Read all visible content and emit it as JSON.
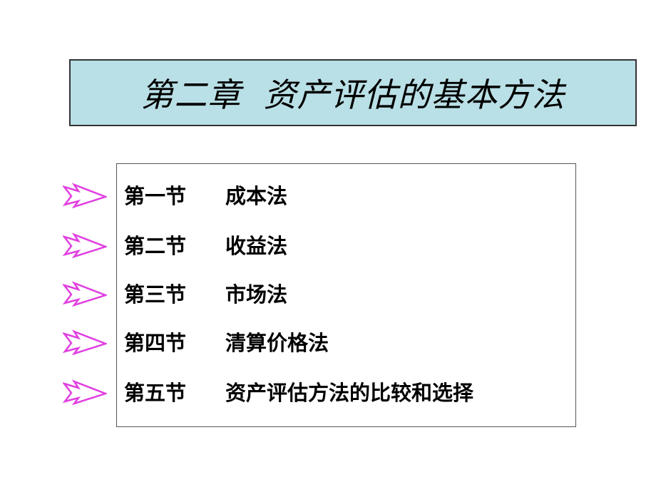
{
  "title": "第二章  资产评估的基本方法",
  "colors": {
    "title_bg": "#b9e0e6",
    "arrow": "#e040e0"
  },
  "sections": [
    {
      "label": "第一节",
      "name": "成本法",
      "icon": "double-arrow-icon"
    },
    {
      "label": "第二节",
      "name": "收益法",
      "icon": "double-arrow-icon"
    },
    {
      "label": "第三节",
      "name": "市场法",
      "icon": "double-arrow-icon"
    },
    {
      "label": "第四节",
      "name": "清算价格法",
      "icon": "double-arrow-icon"
    },
    {
      "label": "第五节",
      "name": "资产评估方法的比较和选择",
      "icon": "double-arrow-icon"
    }
  ]
}
